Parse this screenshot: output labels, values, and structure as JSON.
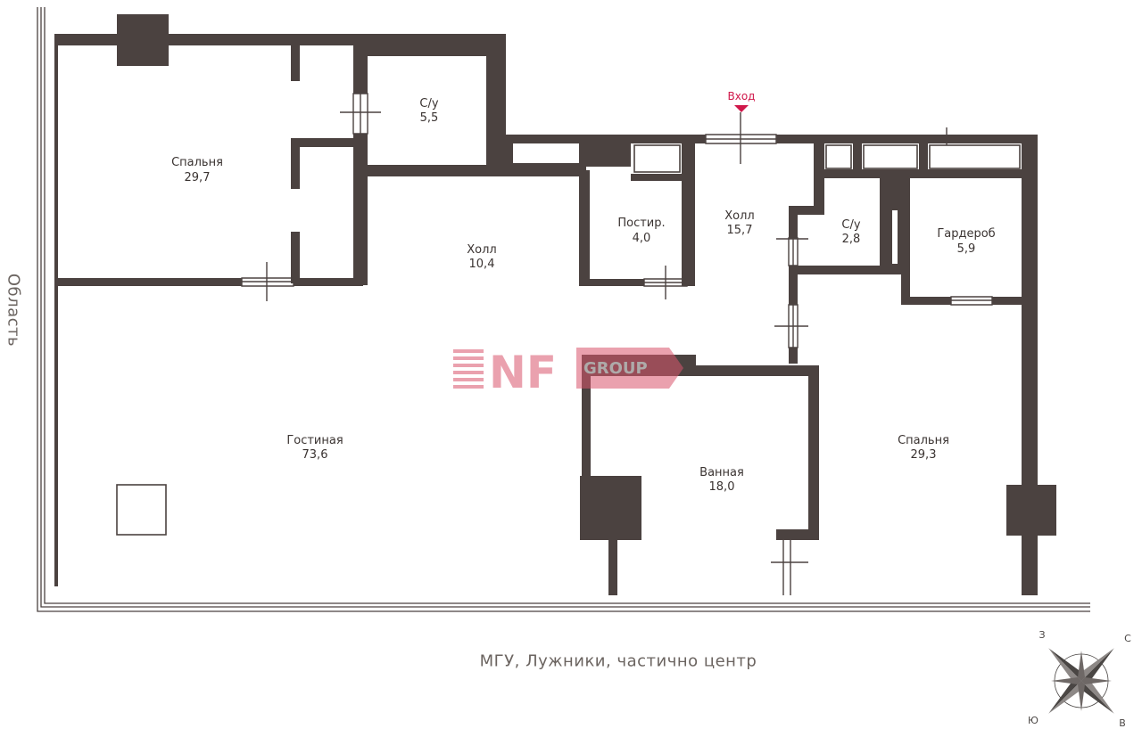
{
  "rooms": [
    {
      "id": "bedroom-west",
      "name": "Спальня",
      "area": "29,7"
    },
    {
      "id": "wc-1",
      "name": "С/у",
      "area": "5,5"
    },
    {
      "id": "hall-1",
      "name": "Холл",
      "area": "10,4"
    },
    {
      "id": "laundry",
      "name": "Постир.",
      "area": "4,0"
    },
    {
      "id": "hall-2",
      "name": "Холл",
      "area": "15,7"
    },
    {
      "id": "wc-2",
      "name": "С/у",
      "area": "2,8"
    },
    {
      "id": "wardrobe",
      "name": "Гардероб",
      "area": "5,9"
    },
    {
      "id": "living-room",
      "name": "Гостиная",
      "area": "73,6"
    },
    {
      "id": "bathroom",
      "name": "Ванная",
      "area": "18,0"
    },
    {
      "id": "bedroom-east",
      "name": "Спальня",
      "area": "29,3"
    }
  ],
  "entrance": {
    "label": "Вход"
  },
  "view_left": "Область",
  "view_bottom": "МГУ, Лужники, частично центр",
  "watermark": {
    "letters_nf": "NF",
    "letters_group": "GROUP"
  },
  "compass": {
    "north": "С",
    "south": "Ю",
    "east": "В",
    "west": "З"
  },
  "colors": {
    "wall": "#4b4240",
    "entrance": "#d0174a",
    "watermark": "#d9566d"
  }
}
